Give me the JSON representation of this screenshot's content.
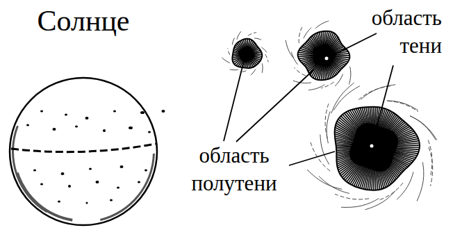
{
  "diagram": {
    "labels": [
      "Солнце",
      "область тени",
      "область полутени"
    ]
  }
}
